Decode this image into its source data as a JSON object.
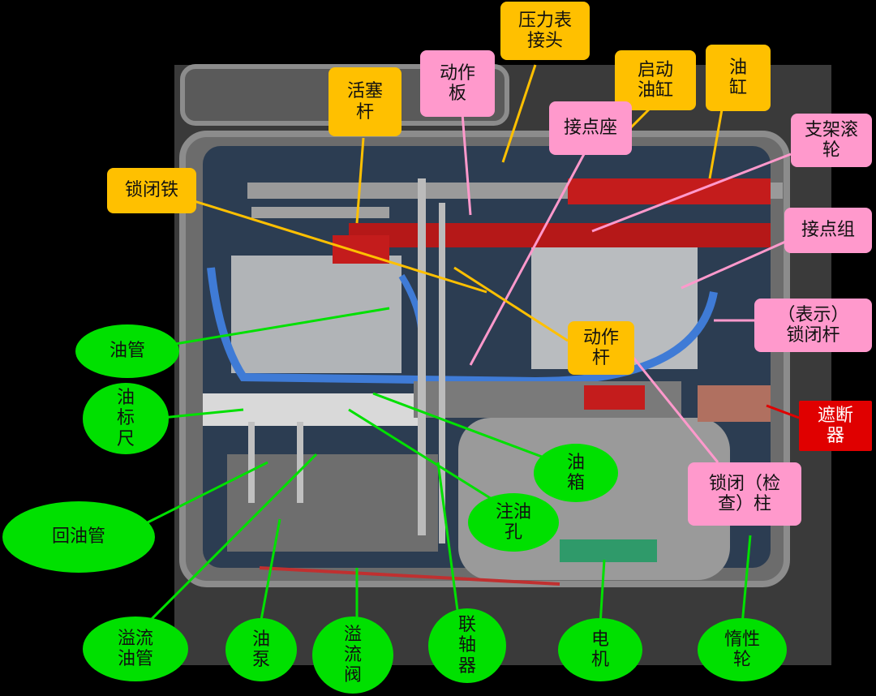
{
  "colors": {
    "yellow": "#FFC000",
    "pink": "#FF99CC",
    "green": "#00E000",
    "red": "#E00000",
    "photo_bg": "#000000"
  },
  "image": {
    "description_icon": "switch-machine-photo"
  },
  "labels": {
    "yali_biao_jietou": "压力表\n接头",
    "dongzuo_ban": "动作\n板",
    "qidong_yougang": "启动\n油缸",
    "yougang": "油\n缸",
    "huosai_gan": "活塞\n杆",
    "jiedian_zuo": "接点座",
    "zhijia_gunlun": "支架滚\n轮",
    "suobi_tie": "锁闭铁",
    "jiedian_zu": "接点组",
    "biaoshi_suobi_gan": "（表示）\n锁闭杆",
    "dongzuo_gan": "动作\n杆",
    "you_guan": "油管",
    "you_biaochi": "油\n标\n尺",
    "zhedun_qi": "遮断\n器",
    "you_xiang": "油\n箱",
    "zhu_you_kong": "注油\n孔",
    "suobi_jiancha_zhu": "锁闭（检\n查）柱",
    "hui_you_guan": "回油管",
    "yiliu_you_guan": "溢流\n油管",
    "you_beng": "油\n泵",
    "yiliu_fa": "溢\n流\n阀",
    "lianzhou_qi": "联\n轴\n器",
    "dian_ji": "电\n机",
    "duoxing_lun": "惰性\n轮"
  }
}
